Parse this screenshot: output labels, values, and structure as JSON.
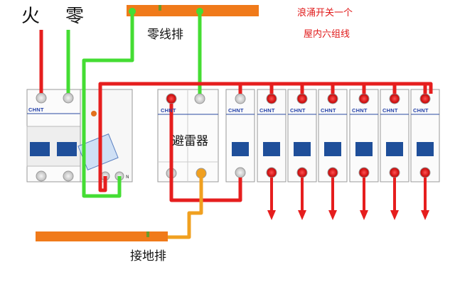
{
  "labels": {
    "live": "火",
    "neutral": "零",
    "neutral_bar": "零线排",
    "surge_protector": "避雷器",
    "ground_bar": "接地排",
    "note_line1": "浪涌开关一个",
    "note_line2": "屋内六组线",
    "n_mark": "N"
  },
  "brand": "CHNT",
  "colors": {
    "live": "#e61e1e",
    "neutral": "#44dd33",
    "ground": "#f0a020",
    "bus_bar": "#f07a1a",
    "breaker_handle": "#1f4f9a",
    "note": "#e01818"
  }
}
